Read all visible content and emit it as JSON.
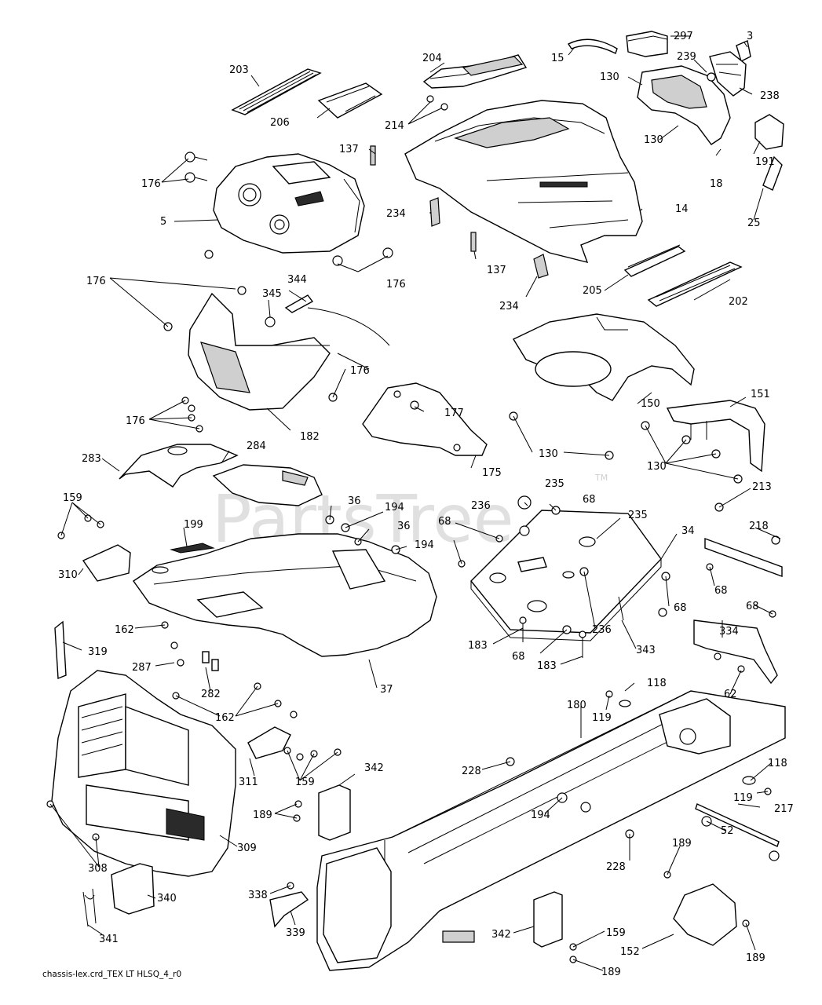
{
  "watermark": "PartsTree",
  "watermark_tm": "TM",
  "footer": "chassis-lex.crd_TEX LT HLSQ_4_r0",
  "callouts": [
    {
      "id": "c297",
      "text": "297"
    },
    {
      "id": "c3",
      "text": "3"
    },
    {
      "id": "c15",
      "text": "15"
    },
    {
      "id": "c204",
      "text": "204"
    },
    {
      "id": "c203",
      "text": "203"
    },
    {
      "id": "c239",
      "text": "239"
    },
    {
      "id": "c130a",
      "text": "130"
    },
    {
      "id": "c238",
      "text": "238"
    },
    {
      "id": "c206",
      "text": "206"
    },
    {
      "id": "c214",
      "text": "214"
    },
    {
      "id": "c130b",
      "text": "130"
    },
    {
      "id": "c191",
      "text": "191"
    },
    {
      "id": "c18",
      "text": "18"
    },
    {
      "id": "c137a",
      "text": "137"
    },
    {
      "id": "c176a",
      "text": "176"
    },
    {
      "id": "c234a",
      "text": "234"
    },
    {
      "id": "c14",
      "text": "14"
    },
    {
      "id": "c5",
      "text": "5"
    },
    {
      "id": "c25",
      "text": "25"
    },
    {
      "id": "c137b",
      "text": "137"
    },
    {
      "id": "c176b",
      "text": "176"
    },
    {
      "id": "c176c",
      "text": "176"
    },
    {
      "id": "c234b",
      "text": "234"
    },
    {
      "id": "c205",
      "text": "205"
    },
    {
      "id": "c344",
      "text": "344"
    },
    {
      "id": "c345",
      "text": "345"
    },
    {
      "id": "c202",
      "text": "202"
    },
    {
      "id": "c176d",
      "text": "176"
    },
    {
      "id": "c151",
      "text": "151"
    },
    {
      "id": "c150",
      "text": "150"
    },
    {
      "id": "c177",
      "text": "177"
    },
    {
      "id": "c176e",
      "text": "176"
    },
    {
      "id": "c182",
      "text": "182"
    },
    {
      "id": "c130c",
      "text": "130"
    },
    {
      "id": "c175",
      "text": "175"
    },
    {
      "id": "c130d",
      "text": "130"
    },
    {
      "id": "c283",
      "text": "283"
    },
    {
      "id": "c284",
      "text": "284"
    },
    {
      "id": "c213",
      "text": "213"
    },
    {
      "id": "c235a",
      "text": "235"
    },
    {
      "id": "c159a",
      "text": "159"
    },
    {
      "id": "c36a",
      "text": "36"
    },
    {
      "id": "c194a",
      "text": "194"
    },
    {
      "id": "c236a",
      "text": "236"
    },
    {
      "id": "c68a",
      "text": "68"
    },
    {
      "id": "c235b",
      "text": "235"
    },
    {
      "id": "c199",
      "text": "199"
    },
    {
      "id": "c36b",
      "text": "36"
    },
    {
      "id": "c68b",
      "text": "68"
    },
    {
      "id": "c218",
      "text": "218"
    },
    {
      "id": "c34",
      "text": "34"
    },
    {
      "id": "c194b",
      "text": "194"
    },
    {
      "id": "c310",
      "text": "310"
    },
    {
      "id": "c68c",
      "text": "68"
    },
    {
      "id": "c68d",
      "text": "68"
    },
    {
      "id": "c162a",
      "text": "162"
    },
    {
      "id": "c68e",
      "text": "68"
    },
    {
      "id": "c236b",
      "text": "236"
    },
    {
      "id": "c319",
      "text": "319"
    },
    {
      "id": "c334",
      "text": "334"
    },
    {
      "id": "c183a",
      "text": "183"
    },
    {
      "id": "c343",
      "text": "343"
    },
    {
      "id": "c287",
      "text": "287"
    },
    {
      "id": "c68f",
      "text": "68"
    },
    {
      "id": "c183b",
      "text": "183"
    },
    {
      "id": "c282",
      "text": "282"
    },
    {
      "id": "c37",
      "text": "37"
    },
    {
      "id": "c118a",
      "text": "118"
    },
    {
      "id": "c62",
      "text": "62"
    },
    {
      "id": "c162b",
      "text": "162"
    },
    {
      "id": "c180",
      "text": "180"
    },
    {
      "id": "c119a",
      "text": "119"
    },
    {
      "id": "c228a",
      "text": "228"
    },
    {
      "id": "c118b",
      "text": "118"
    },
    {
      "id": "c342a",
      "text": "342"
    },
    {
      "id": "c311",
      "text": "311"
    },
    {
      "id": "c159b",
      "text": "159"
    },
    {
      "id": "c119b",
      "text": "119"
    },
    {
      "id": "c217",
      "text": "217"
    },
    {
      "id": "c189a",
      "text": "189"
    },
    {
      "id": "c194c",
      "text": "194"
    },
    {
      "id": "c52",
      "text": "52"
    },
    {
      "id": "c309",
      "text": "309"
    },
    {
      "id": "c308",
      "text": "308"
    },
    {
      "id": "c228b",
      "text": "228"
    },
    {
      "id": "c189b",
      "text": "189"
    },
    {
      "id": "c340",
      "text": "340"
    },
    {
      "id": "c338",
      "text": "338"
    },
    {
      "id": "c339",
      "text": "339"
    },
    {
      "id": "c342b",
      "text": "342"
    },
    {
      "id": "c341",
      "text": "341"
    },
    {
      "id": "c159c",
      "text": "159"
    },
    {
      "id": "c152",
      "text": "152"
    },
    {
      "id": "c189c",
      "text": "189"
    },
    {
      "id": "c189d",
      "text": "189"
    }
  ]
}
